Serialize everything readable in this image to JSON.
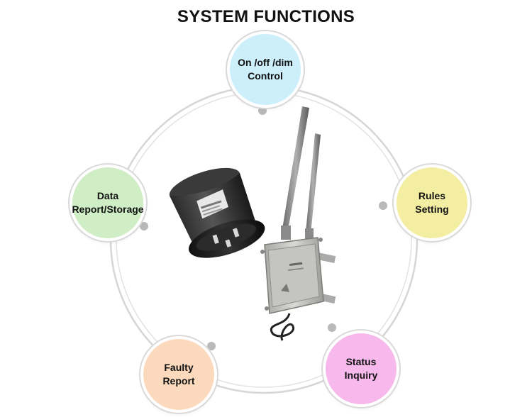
{
  "title": "SYSTEM FUNCTIONS",
  "nodes": {
    "control": {
      "label": "On /off /dim\nControl",
      "color": "#cdeffc"
    },
    "rules": {
      "label": "Rules\nSetting",
      "color": "#f3eea2"
    },
    "status": {
      "label": "Status\nInquiry",
      "color": "#f7b8ec"
    },
    "faulty": {
      "label": "Faulty\nReport",
      "color": "#fbd9bd"
    },
    "data": {
      "label": "Data\nReport/Storage",
      "color": "#cfeec5"
    }
  },
  "colors": {
    "ring": "#cfcfcf",
    "connector_dot": "#b9b9b9"
  },
  "images": {
    "controller_device": "round-black-photocell-controller",
    "gateway_device": "metal-box-gateway-with-two-antennas"
  }
}
